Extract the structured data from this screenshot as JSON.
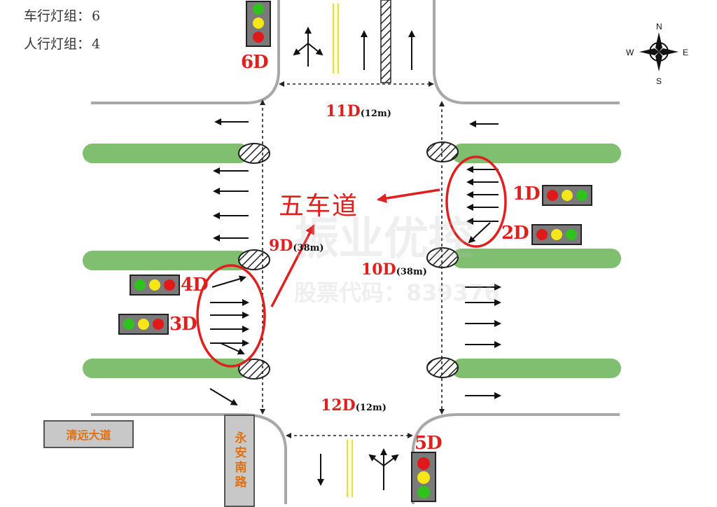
{
  "info": {
    "vehicle_label": "车行灯组：",
    "vehicle_count": "6",
    "ped_label": "人行灯组：",
    "ped_count": "4"
  },
  "signals": {
    "s1": "1D",
    "s2": "2D",
    "s3": "3D",
    "s4": "4D",
    "s5": "5D",
    "s6": "6D"
  },
  "crossings": {
    "c9": {
      "id": "9D",
      "len": "(38m)"
    },
    "c10": {
      "id": "10D",
      "len": "(38m)"
    },
    "c11": {
      "id": "11D",
      "len": "(12m)"
    },
    "c12": {
      "id": "12D",
      "len": "(12m)"
    }
  },
  "roads": {
    "main": "清远大道",
    "cross": "永安南路"
  },
  "annotation": "五车道",
  "compass": {
    "n": "N",
    "s": "S",
    "e": "E",
    "w": "W"
  },
  "watermark": {
    "company": "振业优控",
    "stock": "股票代码：839376"
  },
  "colors": {
    "red": "#e0201e",
    "median": "#7fbf6f",
    "road_edge": "#a8a8a8",
    "yellow_line": "#f2e01a"
  }
}
